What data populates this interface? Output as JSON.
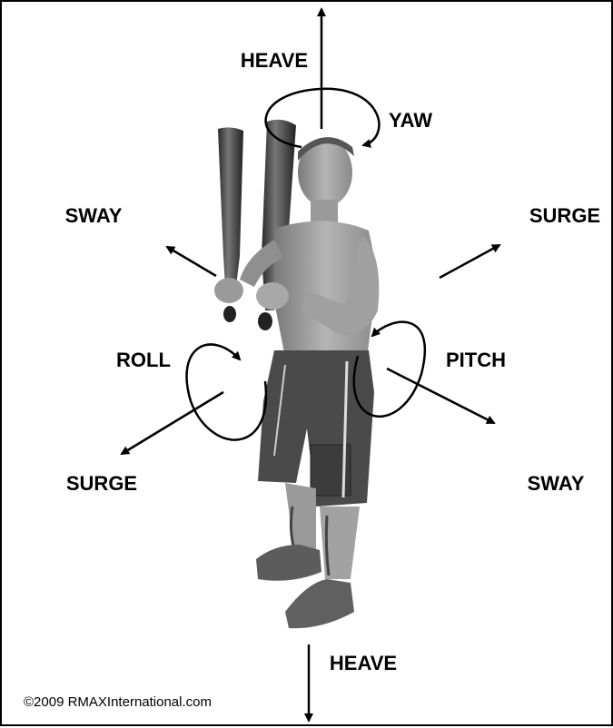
{
  "labels": {
    "heave_top": "HEAVE",
    "yaw": "YAW",
    "sway_left": "SWAY",
    "surge_right": "SURGE",
    "roll": "ROLL",
    "pitch": "PITCH",
    "surge_left": "SURGE",
    "sway_right": "SWAY",
    "heave_bottom": "HEAVE"
  },
  "copyright": "©2009 RMAXInternational.com",
  "colors": {
    "ink": "#000000",
    "background": "#ffffff",
    "figure": "#8c8c8c",
    "shorts": "#4a4a4a"
  }
}
